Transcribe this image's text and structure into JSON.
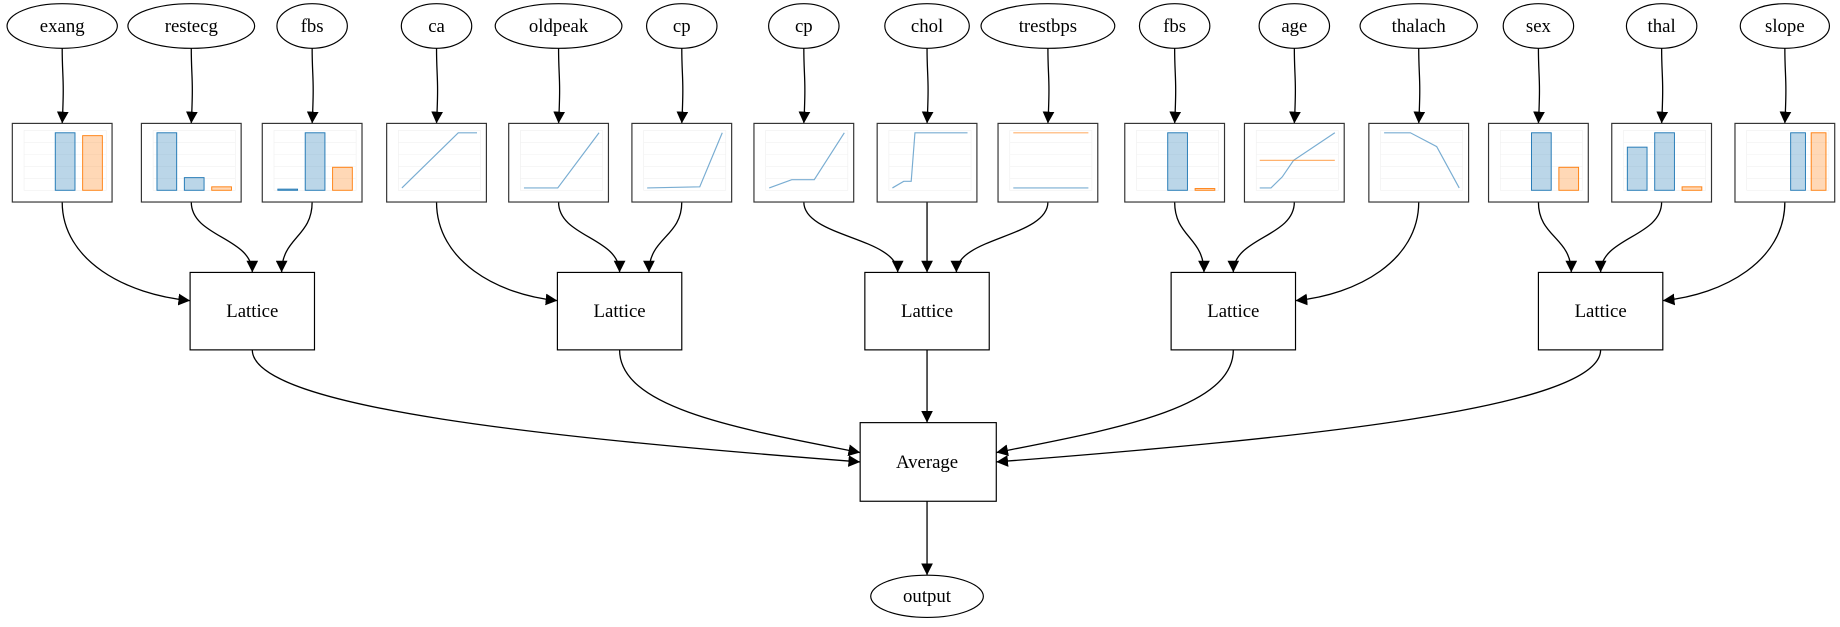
{
  "colors": {
    "calibrated": "#1f77b4",
    "missing": "#ff7f0e",
    "edge": "#000000"
  },
  "inputs": [
    {
      "label": "exang",
      "thumbnail": {
        "type": "bar",
        "values": [
          0,
          1,
          0.95
        ]
      }
    },
    {
      "label": "restecg",
      "thumbnail": {
        "type": "bar",
        "values": [
          1,
          0.22,
          0.06
        ]
      }
    },
    {
      "label": "fbs",
      "thumbnail": {
        "type": "bar",
        "values": [
          0.02,
          1,
          0.4
        ]
      }
    },
    {
      "label": "ca",
      "thumbnail": {
        "type": "line",
        "series": [
          {
            "color": "calibrated",
            "points": [
              [
                0,
                0
              ],
              [
                0.75,
                1
              ],
              [
                1,
                1
              ]
            ]
          }
        ]
      }
    },
    {
      "label": "oldpeak",
      "thumbnail": {
        "type": "line",
        "series": [
          {
            "color": "calibrated",
            "points": [
              [
                0,
                0
              ],
              [
                0.45,
                0
              ],
              [
                1,
                1
              ]
            ]
          }
        ]
      }
    },
    {
      "label": "cp",
      "thumbnail": {
        "type": "line",
        "series": [
          {
            "color": "calibrated",
            "points": [
              [
                0,
                0
              ],
              [
                0.7,
                0.02
              ],
              [
                1,
                1
              ]
            ]
          }
        ]
      }
    },
    {
      "label": "cp",
      "thumbnail": {
        "type": "line",
        "series": [
          {
            "color": "calibrated",
            "points": [
              [
                0,
                0
              ],
              [
                0.3,
                0.15
              ],
              [
                0.6,
                0.15
              ],
              [
                1,
                1
              ]
            ]
          }
        ]
      }
    },
    {
      "label": "chol",
      "thumbnail": {
        "type": "line",
        "series": [
          {
            "color": "calibrated",
            "points": [
              [
                0,
                0
              ],
              [
                0.15,
                0.12
              ],
              [
                0.25,
                0.12
              ],
              [
                0.3,
                1
              ],
              [
                1,
                1
              ]
            ]
          }
        ]
      }
    },
    {
      "label": "trestbps",
      "thumbnail": {
        "type": "line",
        "series": [
          {
            "color": "calibrated",
            "points": [
              [
                0,
                0
              ],
              [
                1,
                0
              ]
            ]
          },
          {
            "color": "missing",
            "points": [
              [
                0,
                1
              ],
              [
                1,
                1
              ]
            ]
          }
        ]
      }
    },
    {
      "label": "fbs",
      "thumbnail": {
        "type": "bar",
        "values": [
          0,
          1,
          0.03
        ]
      }
    },
    {
      "label": "age",
      "thumbnail": {
        "type": "line",
        "series": [
          {
            "color": "calibrated",
            "points": [
              [
                0,
                0
              ],
              [
                0.15,
                0
              ],
              [
                0.3,
                0.2
              ],
              [
                0.45,
                0.5
              ],
              [
                1,
                1
              ]
            ]
          },
          {
            "color": "missing",
            "points": [
              [
                0,
                0.5
              ],
              [
                1,
                0.5
              ]
            ]
          }
        ]
      }
    },
    {
      "label": "thalach",
      "thumbnail": {
        "type": "line",
        "series": [
          {
            "color": "calibrated",
            "points": [
              [
                0,
                1
              ],
              [
                0.35,
                1
              ],
              [
                0.7,
                0.75
              ],
              [
                1,
                0
              ]
            ]
          }
        ]
      }
    },
    {
      "label": "sex",
      "thumbnail": {
        "type": "bar",
        "values": [
          0,
          1,
          0.4
        ]
      }
    },
    {
      "label": "thal",
      "thumbnail": {
        "type": "bar",
        "values": [
          0.75,
          1,
          0.06
        ]
      }
    },
    {
      "label": "slope",
      "thumbnail": {
        "type": "bar",
        "values": [
          0,
          0,
          1,
          1
        ]
      }
    }
  ],
  "lattices": [
    {
      "label": "Lattice",
      "inputs": [
        0,
        1,
        2
      ]
    },
    {
      "label": "Lattice",
      "inputs": [
        3,
        4,
        5
      ]
    },
    {
      "label": "Lattice",
      "inputs": [
        6,
        7,
        8
      ]
    },
    {
      "label": "Lattice",
      "inputs": [
        9,
        10,
        11
      ]
    },
    {
      "label": "Lattice",
      "inputs": [
        12,
        13,
        14
      ]
    }
  ],
  "average": {
    "label": "Average"
  },
  "output": {
    "label": "output"
  }
}
